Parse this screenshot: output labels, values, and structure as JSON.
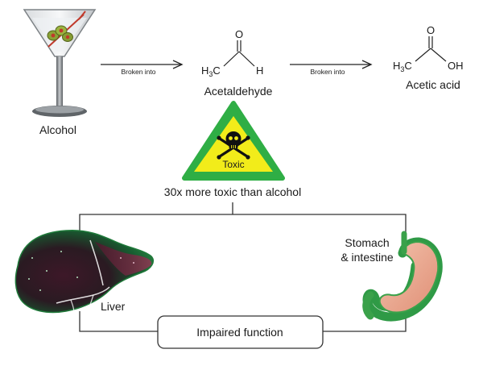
{
  "labels": {
    "alcohol": "Alcohol",
    "broken_into_1": "Broken into",
    "broken_into_2": "Broken into",
    "acetaldehyde": "Acetaldehyde",
    "acetic_acid": "Acetic acid",
    "toxic": "Toxic",
    "toxicity_note": "30x more toxic than alcohol",
    "liver": "Liver",
    "stomach_line1": "Stomach",
    "stomach_line2": "& intestine",
    "impaired": "Impaired function"
  },
  "formula": {
    "acetaldehyde": {
      "c": "H",
      "sub": "3",
      "c2": "C",
      "o": "O",
      "h": "H"
    },
    "acetic_acid": {
      "c": "H",
      "sub": "3",
      "c2": "C",
      "o": "O",
      "oh": "OH"
    }
  },
  "icons": {
    "glass": "martini-glass-icon",
    "hazard": "toxic-warning-sign-icon",
    "skull": "skull-crossbones-icon",
    "liver": "liver-icon",
    "stomach": "stomach-intestine-icon"
  },
  "colors": {
    "hazard_green": "#2fae45",
    "hazard_yellow": "#f2ec1a",
    "liver_dark": "#2a1420",
    "liver_green": "#1f7a3a",
    "stomach_pink": "#e9a38c",
    "stomach_green": "#3aa14a"
  }
}
